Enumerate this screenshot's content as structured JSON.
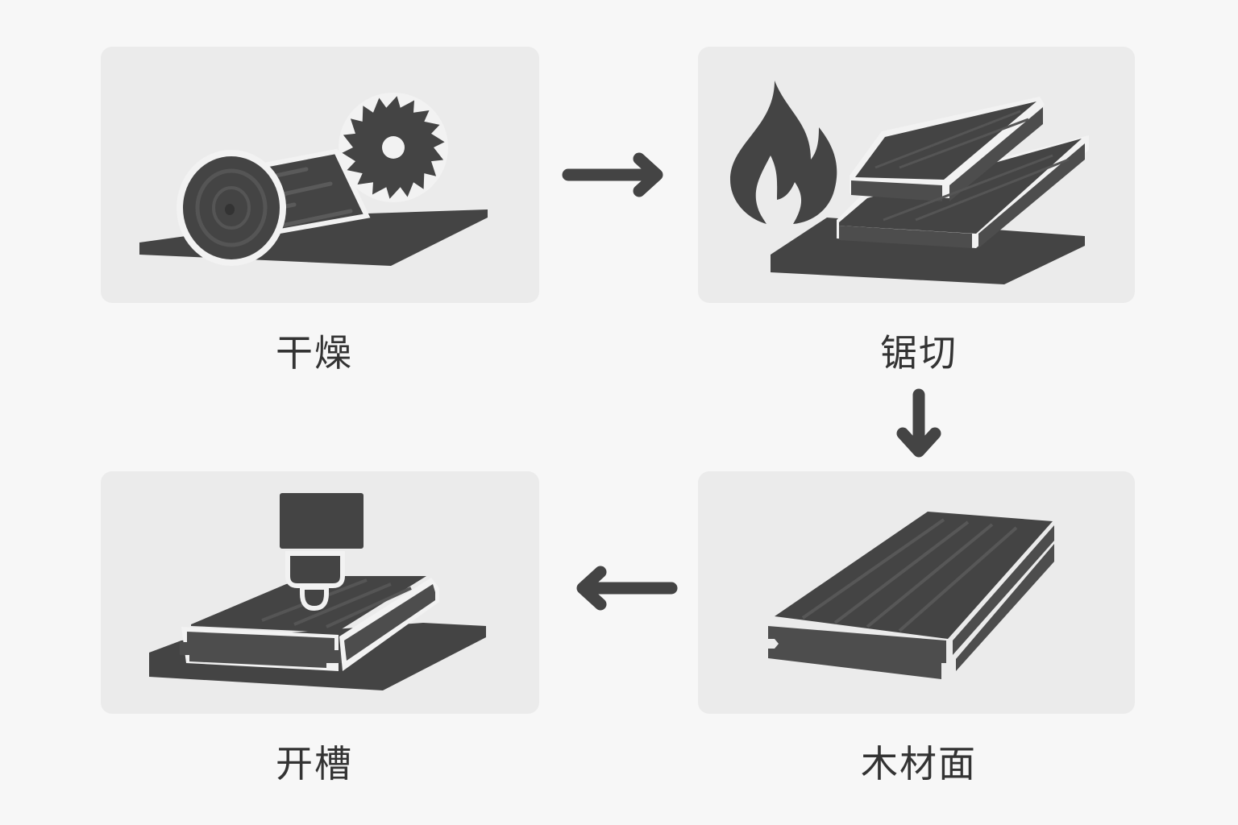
{
  "diagram": {
    "type": "process-flow",
    "steps": [
      {
        "id": "drying",
        "label": "干燥",
        "icon": "log-and-circular-saw-icon"
      },
      {
        "id": "sawing",
        "label": "锯切",
        "icon": "flame-and-stacked-boards-icon"
      },
      {
        "id": "wood-surface",
        "label": "木材面",
        "icon": "tongue-groove-board-icon"
      },
      {
        "id": "grooving",
        "label": "开槽",
        "icon": "cnc-router-on-board-icon"
      }
    ],
    "connections": [
      {
        "from": "drying",
        "to": "sawing",
        "direction": "right"
      },
      {
        "from": "sawing",
        "to": "wood-surface",
        "direction": "down"
      },
      {
        "from": "wood-surface",
        "to": "grooving",
        "direction": "left"
      }
    ],
    "colors": {
      "background": "#f7f7f7",
      "card": "#ebebeb",
      "icon": "#444444",
      "text": "#333333"
    }
  }
}
